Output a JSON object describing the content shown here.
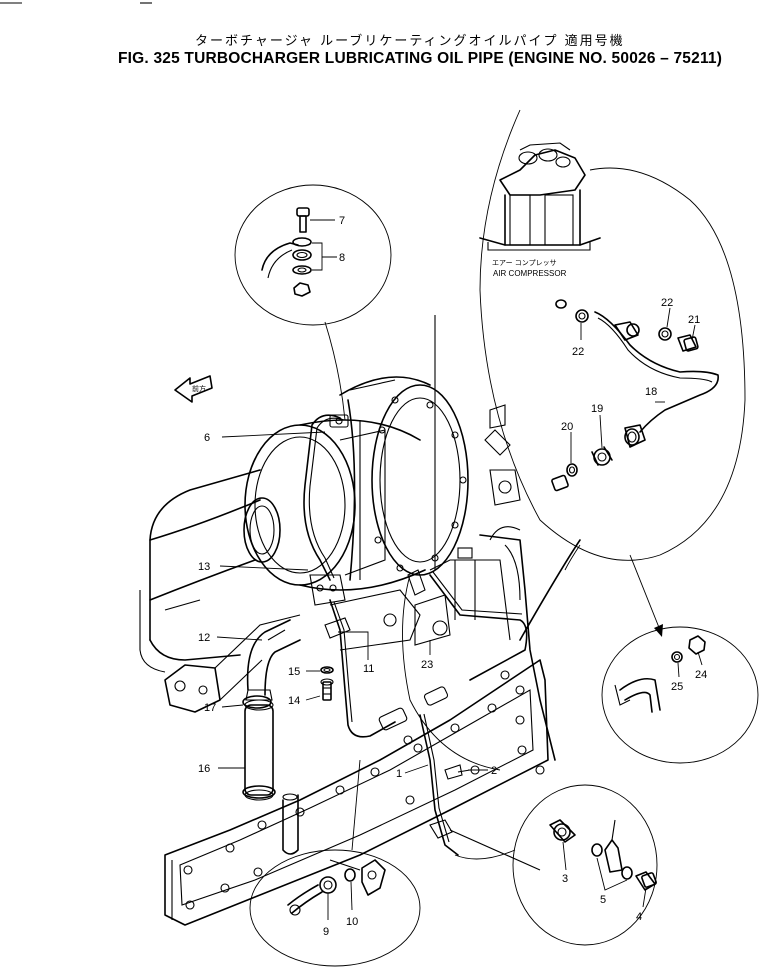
{
  "title_jp": "ターボチャージャ ルーブリケーティングオイルパイプ 適用号機",
  "title_en": "FIG. 325  TURBOCHARGER LUBRICATING OIL PIPE (ENGINE NO. 50026 – 75211)",
  "labels": {
    "air_compressor_jp": "エアー コンプレッサ",
    "air_compressor": "AIR COMPRESSOR",
    "front_arrow": "前方"
  },
  "callouts": {
    "p1": "1",
    "p2": "2",
    "p3": "3",
    "p4": "4",
    "p5": "5",
    "p6": "6",
    "p7": "7",
    "p8": "8",
    "p9": "9",
    "p10": "10",
    "p11": "11",
    "p12": "12",
    "p13": "13",
    "p14": "14",
    "p15": "15",
    "p16": "16",
    "p17": "17",
    "p18": "18",
    "p19": "19",
    "p20": "20",
    "p21": "21",
    "p22a": "22",
    "p22b": "22",
    "p23": "23",
    "p24": "24",
    "p25": "25"
  }
}
